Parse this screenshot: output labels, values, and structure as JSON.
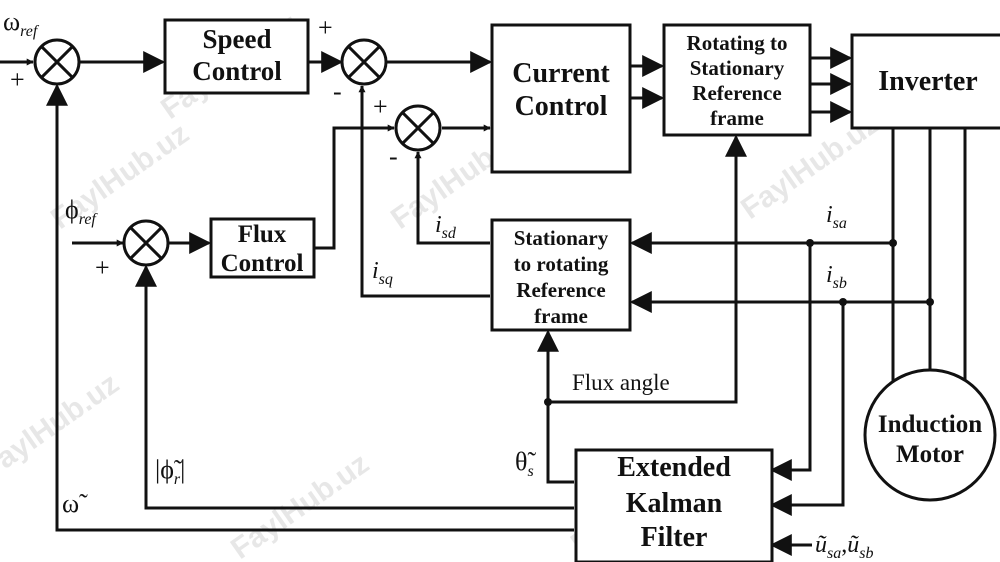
{
  "blocks": {
    "speed_control": [
      "Speed",
      "Control"
    ],
    "current_control": [
      "Current",
      "Control"
    ],
    "rot_to_stat": [
      "Rotating to",
      "Stationary",
      "Reference",
      "frame"
    ],
    "inverter": [
      "Inverter"
    ],
    "flux_control": [
      "Flux",
      "Control"
    ],
    "stat_to_rot": [
      "Stationary",
      "to rotating",
      "Reference",
      "frame"
    ],
    "induction_motor": [
      "Induction",
      "Motor"
    ],
    "ekf": [
      "Extended",
      "Kalman",
      "Filter"
    ]
  },
  "signals": {
    "omega_ref": "ω",
    "omega_ref_sub": "ref",
    "phi_ref": "ϕ",
    "phi_ref_sub": "ref",
    "isd": "i",
    "isd_sub": "sd",
    "isq": "i",
    "isq_sub": "sq",
    "isa": "i",
    "isa_sub": "sa",
    "isb": "i",
    "isb_sub": "sb",
    "flux_angle": "Flux angle",
    "theta_s": "θ̃",
    "theta_s_sub": "s",
    "phi_r_mag": "|ϕ̃",
    "phi_r_sub": "r",
    "phi_r_bar": "|",
    "omega_est": "ω̃",
    "u_sa": "ũ",
    "u_sa_sub": "sa",
    "comma": ",",
    "u_sb": "ũ",
    "u_sb_sub": "sb"
  },
  "signs": {
    "s1_plus": "+",
    "s2_plus": "+",
    "s2_minus": "-",
    "s3_plus": "+",
    "s3_minus": "-",
    "s4_plus": "+"
  },
  "watermark": "FaylHub.uz"
}
